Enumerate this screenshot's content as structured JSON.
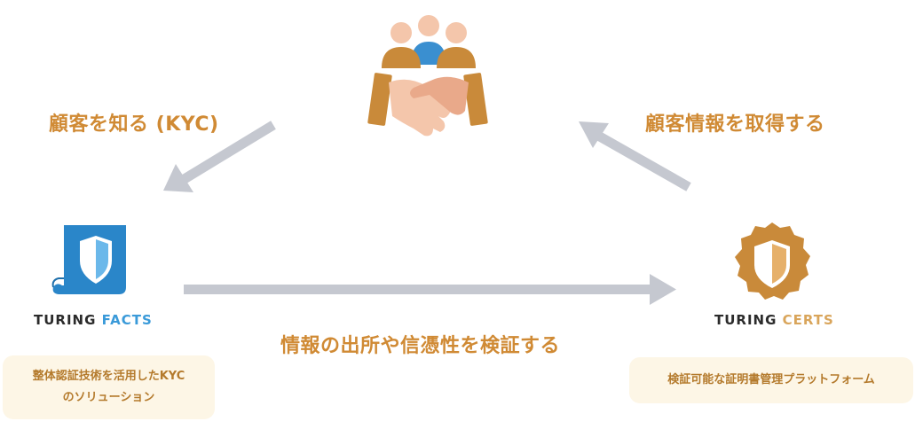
{
  "diagram": {
    "left_arrow_label": "顧客を知る (KYC)",
    "right_arrow_label": "顧客情報を取得する",
    "bottom_arrow_label": "情報の出所や信憑性を検証する",
    "facts": {
      "brand_prefix": "TURING",
      "brand_suffix": "FACTS",
      "description_line1": "整体認証技術を活用したKYC",
      "description_line2": "のソリューション"
    },
    "certs": {
      "brand_prefix": "TURING",
      "brand_suffix": "CERTS",
      "description": "検証可能な証明書管理プラットフォーム"
    },
    "center_icon": "handshake-people-icon",
    "colors": {
      "label_orange": "#d08a34",
      "arrow_gray": "#c5c8d0",
      "facts_blue": "#2a86c9",
      "certs_gold": "#c88a3a",
      "desc_bg": "#fdf6e6"
    }
  }
}
